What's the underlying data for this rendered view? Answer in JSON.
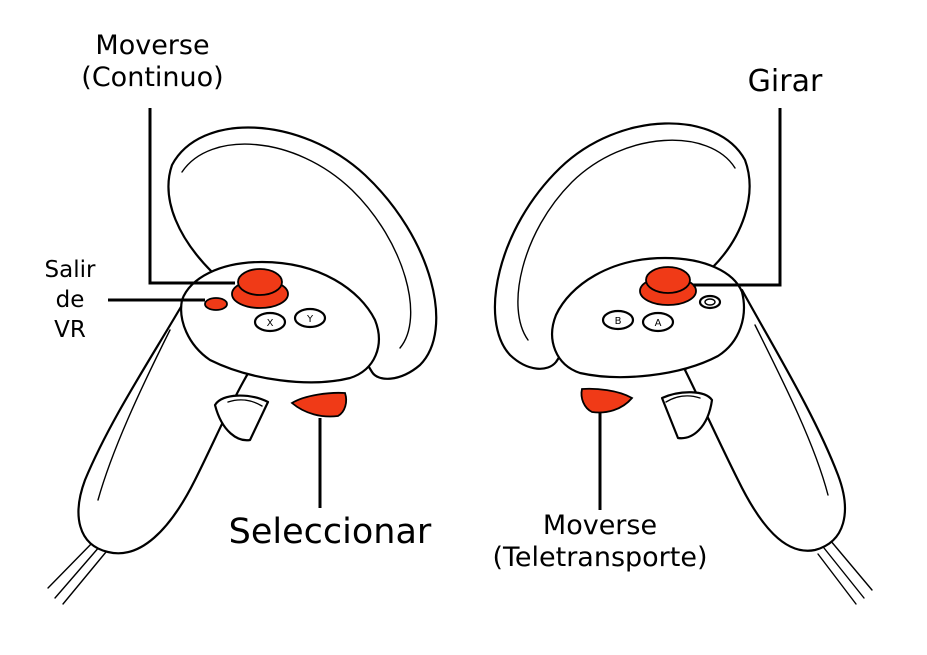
{
  "labels": {
    "move_continuous": {
      "line1": "Moverse",
      "line2": "(Continuo)"
    },
    "turn": "Girar",
    "exit_vr": {
      "line1": "Salir",
      "line2": "de",
      "line3": "VR"
    },
    "select": "Seleccionar",
    "move_teleport": {
      "line1": "Moverse",
      "line2": "(Teletransporte)"
    }
  },
  "colors": {
    "highlight": "#f03a17",
    "outline": "#000000",
    "background": "#ffffff"
  },
  "controllers": {
    "left": {
      "buttons": [
        "X",
        "Y"
      ]
    },
    "right": {
      "buttons": [
        "B",
        "A"
      ]
    }
  }
}
